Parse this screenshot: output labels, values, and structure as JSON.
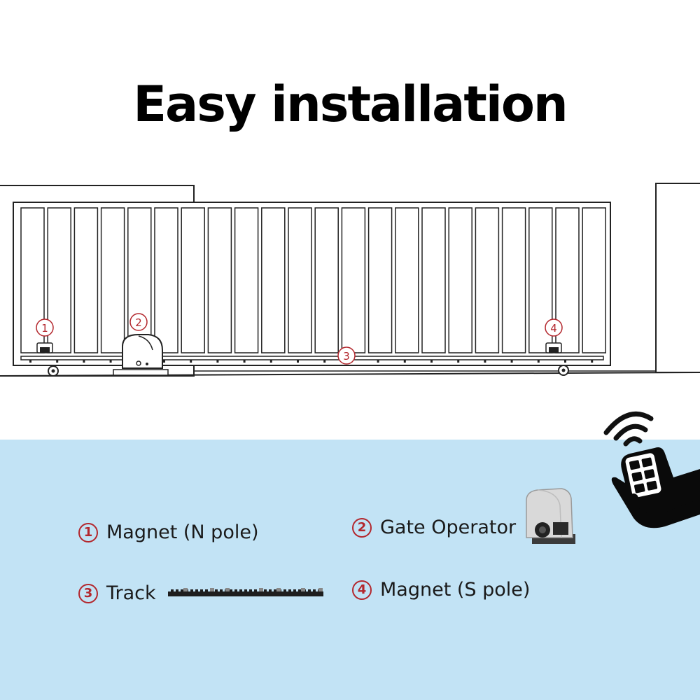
{
  "title": "Easy installation",
  "callouts": [
    "1",
    "2",
    "3",
    "4"
  ],
  "legend": [
    {
      "num": "1",
      "label": "Magnet (N pole)"
    },
    {
      "num": "2",
      "label": "Gate Operator"
    },
    {
      "num": "3",
      "label": "Track"
    },
    {
      "num": "4",
      "label": "Magnet (S pole)"
    }
  ],
  "colors": {
    "panel_background": "#c2e3f5",
    "callout_red": "#b3272d",
    "line_dark": "#222222"
  },
  "icons": [
    "gate-illustration",
    "gate-operator-icon",
    "track-rack-icon",
    "remote-control-icon",
    "wifi-signal-icon"
  ]
}
